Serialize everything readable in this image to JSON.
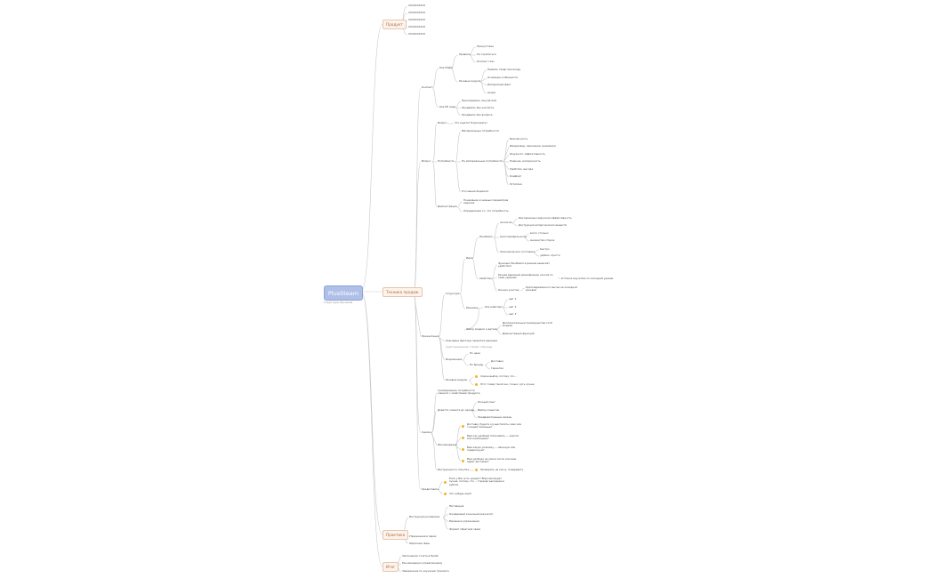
{
  "root": {
    "title": "PlusSteam",
    "subtitle": "Структура обучения"
  },
  "branches": {
    "product": "Продукт",
    "technique": "Техника продаж",
    "practice": "Практика",
    "result": "Итог"
  },
  "product_items": [
    "XXXXXXXXXX",
    "XXXXXXXXXX",
    "XXXXXXXXXX",
    "XXXXXXXXXX",
    "XXXXXXXXXX"
  ],
  "contact": {
    "label": "Контакт",
    "how_needed": "Как НАДО",
    "rules": "Правила",
    "rule_items": [
      "Присутствие",
      "Не торопиться",
      "Контакт глаз"
    ],
    "speech": "Речевые модули",
    "speech_items": [
      "Назвать товар при входу",
      "Основные особенности",
      "Интересный факт",
      "Акция"
    ],
    "how_not": "Как НЕ надо",
    "not_items": [
      "Преследовать покупателя",
      "Продавать без контакта",
      "Продавать без вопроса"
    ]
  },
  "questions": {
    "label": "Вопрос",
    "ask": "Вопрос",
    "ask_value": "Что ищете? Подсказать?",
    "needs": "Потребность",
    "material": "Материальные потребности",
    "nonmaterial": "Не материальные потребности",
    "nonmaterial_items": [
      "Безопасность",
      "Имидж(вид, признание, внимание)",
      "Результат, эффективность",
      "Новизна, интересность",
      "Удобство, выгода",
      "Комфорт",
      "Эстетика"
    ],
    "budget": "Уточнение бюджета",
    "demo": "Демонстрация",
    "demo_items": [
      "Понимание основных параметров изделия",
      "Определение то, что потребность"
    ]
  },
  "presentation": {
    "label": "Презентация",
    "structure": "Структура",
    "ideas": "Идея",
    "plussteam": "PlusSteam",
    "eco": "экология",
    "eco_items": [
      "Бактериально-вирусная эффективность",
      "Деструкция аллергических веществ"
    ],
    "multi": "многопрофильность",
    "multi_items": [
      "всего столько",
      "множество стирок"
    ],
    "econ": "Экономическое состояние",
    "econ_items": [
      "быстро",
      "удобно, просто"
    ],
    "features": "Свойства",
    "feature_items": [
      "Функции PlusSteam в данном вызволят удобство?",
      "Разная вариация дезинфекции носков по трем уровням",
      "Личное участие"
    ],
    "feature_extra": [
      "Оттенок вкуса бак по холодной уровне",
      "Кратковременного мытья на холодной разовой"
    ],
    "solution": "Решение",
    "how_works": "Как работает",
    "work_items": [
      "шаг 1",
      "шаг 2",
      "шаг 3"
    ],
    "review": "Обзор модели и детали",
    "review_items": [
      "Дополнительные преимущества этой модели",
      "Демонстрация функций"
    ],
    "key_factors": "Ключевые факторы принятия решения",
    "key_note": "Адаптированный к Прайс и Бренде",
    "objections": "Возражения",
    "by_price": "По цене",
    "by_brand": "По бренду",
    "brand_items": [
      "Доставка",
      "Гарантия"
    ],
    "speech": "Речевые модули",
    "speech_items": [
      "Хорош выбор, потому что...",
      "Этот товар такой же, только чуть лучше"
    ]
  },
  "closing": {
    "label": "Сделка",
    "summary": "Суммирование потребности клиента с свойствами продукта",
    "bring": "Довести клиента до сделки",
    "bring_items": [
      "Личный опыт",
      "Выбор клиентов",
      "Предварительные заказы"
    ],
    "recommend": "Рекомендация",
    "rec_items": [
      "Доставку будете осуществлять сами или с нашей помощью?",
      "Вам как удобней оплачивать — картой или наличными?",
      "Вам какую упаковку — обычную или подарочную?",
      "Вам удобнее на какое число или ваш адрес доставки?"
    ],
    "instr": "Инструкция по покупке",
    "instr_item": "Проверить на кассу, поздравить"
  },
  "credit": {
    "label": "Кредитовать",
    "items": [
      "Если у Вас есть кредит? Впрочем будет лучше, потому что ... Гораздо выгоднее в рублях",
      "Что нибудь еще?"
    ]
  },
  "practice": {
    "instr": "Инструкция ролевания",
    "instr_items": [
      "Мотивация",
      "Ожидаемый конечный результат",
      "Механика упражнения",
      "Формат обратной связи"
    ],
    "ex": "Упражнения в парах",
    "feedback": "Обратная связь"
  },
  "result": {
    "items": [
      "Заполнение отчета в Прайс",
      "Рекомендации управляющему",
      "Завершение по изучению тренинга"
    ]
  }
}
